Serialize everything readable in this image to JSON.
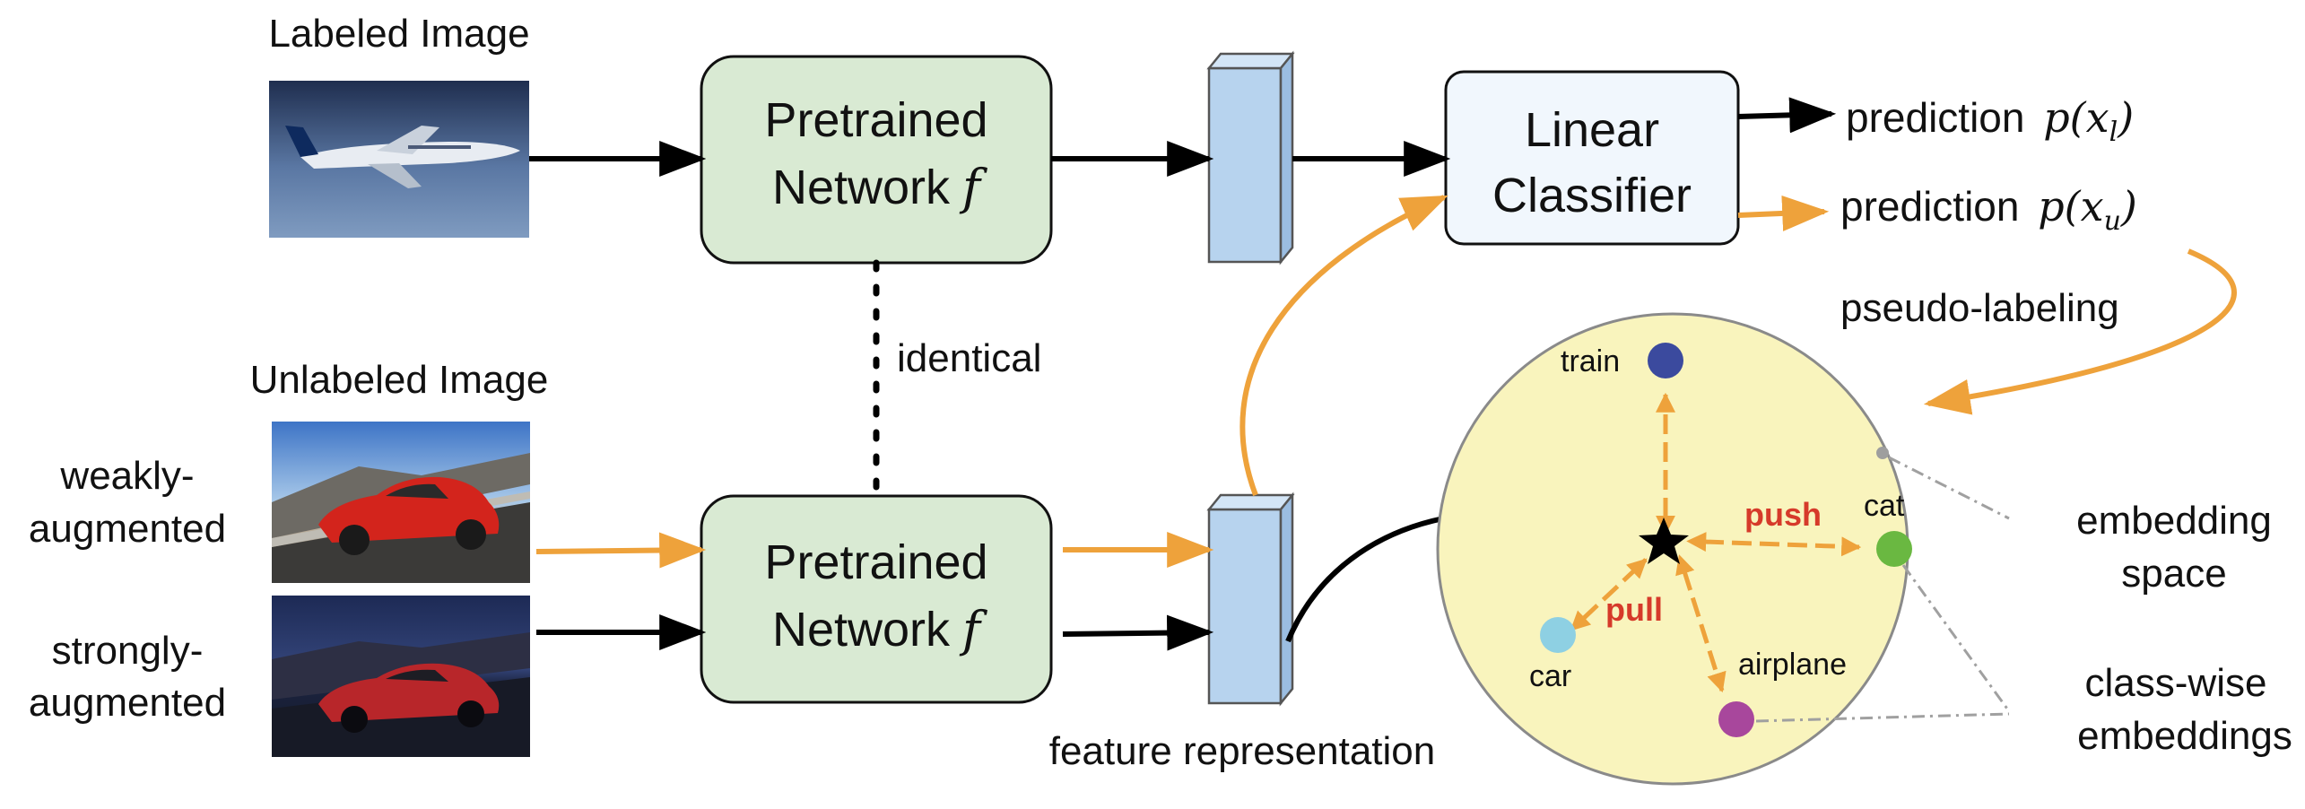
{
  "labels": {
    "labeled_image": "Labeled Image",
    "unlabeled_image": "Unlabeled Image",
    "weakly_1": "weakly-",
    "weakly_2": "augmented",
    "strongly_1": "strongly-",
    "strongly_2": "augmented",
    "identical": "identical",
    "feature_representation": "feature representation",
    "pseudo_labeling": "pseudo-labeling",
    "embedding_space_1": "embedding",
    "embedding_space_2": "space",
    "classwise_1": "class-wise",
    "classwise_2": "embeddings"
  },
  "network_top": {
    "line1": "Pretrained",
    "line2": "Network",
    "symbol": "f"
  },
  "network_bottom": {
    "line1": "Pretrained",
    "line2": "Network",
    "symbol": "f"
  },
  "classifier": {
    "line1": "Linear",
    "line2": "Classifier"
  },
  "predictions": {
    "labeled": {
      "word": "prediction",
      "math": "p(x",
      "sub": "l",
      "close": ")"
    },
    "unlabeled": {
      "word": "prediction",
      "math": "p(x",
      "sub": "u",
      "close": ")"
    }
  },
  "embedding": {
    "classes": {
      "train": {
        "label": "train",
        "color": "#3b4a9e"
      },
      "cat": {
        "label": "cat",
        "color": "#6ab841"
      },
      "car": {
        "label": "car",
        "color": "#8ed0e3"
      },
      "airplane": {
        "label": "airplane",
        "color": "#a8479c"
      }
    },
    "push": "push",
    "pull": "pull"
  },
  "colors": {
    "network_fill": "#d9ead3",
    "feature_fill": "#b7d3ee",
    "classifier_fill": "#f1f7fd",
    "embedding_fill": "#f9f4bd",
    "orange": "#eea23b",
    "black": "#000000"
  }
}
